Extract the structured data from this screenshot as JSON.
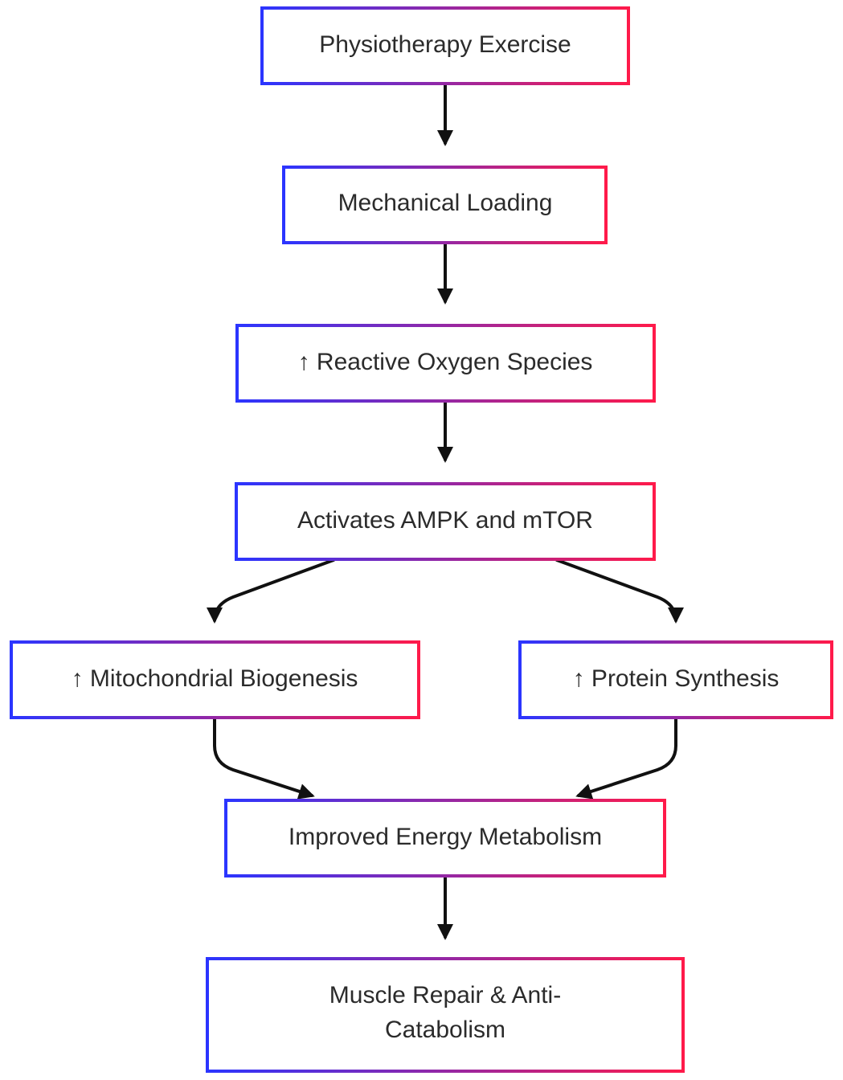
{
  "colors": {
    "border_start": "#2b35ff",
    "border_end": "#ff1a4a",
    "arrow": "#111111",
    "text": "#2b2b2b"
  },
  "nodes": {
    "physiotherapy_exercise": "Physiotherapy Exercise",
    "mechanical_loading": "Mechanical Loading",
    "reactive_oxygen_species": "↑ Reactive Oxygen Species",
    "activates_ampk_mtor": "Activates AMPK and mTOR",
    "mitochondrial_biogenesis": "↑ Mitochondrial Biogenesis",
    "protein_synthesis": "↑ Protein Synthesis",
    "improved_energy_metabolism": "Improved Energy Metabolism",
    "muscle_repair_line1": "Muscle Repair & Anti-",
    "muscle_repair_line2": "Catabolism"
  }
}
